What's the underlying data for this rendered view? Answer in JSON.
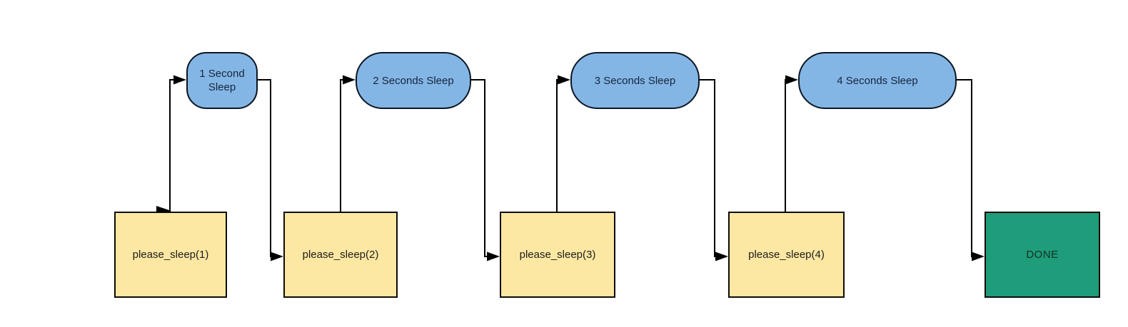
{
  "colors": {
    "background": "#ffffff",
    "pill_fill": "#84b6e5",
    "pill_border": "#0c1624",
    "pill_text": "#15253f",
    "box_fill": "#fce8a2",
    "box_border": "#0d0b08",
    "box_text": "#1c1c1c",
    "done_fill": "#1f9c7a",
    "done_border": "#0d0b08",
    "done_text": "#123029",
    "connector": "#000000"
  },
  "pills": [
    {
      "label": "1 Second Sleep"
    },
    {
      "label": "2 Seconds Sleep"
    },
    {
      "label": "3 Seconds Sleep"
    },
    {
      "label": "4 Seconds Sleep"
    }
  ],
  "tasks": [
    {
      "label": "please_sleep(1)"
    },
    {
      "label": "please_sleep(2)"
    },
    {
      "label": "please_sleep(3)"
    },
    {
      "label": "please_sleep(4)"
    }
  ],
  "terminal": {
    "label": "DONE"
  },
  "edges": [
    {
      "from": "",
      "to": "please_sleep(1)",
      "note": "arrowhead entering top edge of first task box"
    },
    {
      "from": "please_sleep(1)",
      "to": "1 Second Sleep"
    },
    {
      "from": "1 Second Sleep",
      "to": "please_sleep(2)"
    },
    {
      "from": "please_sleep(2)",
      "to": "2 Seconds Sleep"
    },
    {
      "from": "2 Seconds Sleep",
      "to": "please_sleep(3)"
    },
    {
      "from": "please_sleep(3)",
      "to": "3 Seconds Sleep"
    },
    {
      "from": "3 Seconds Sleep",
      "to": "please_sleep(4)"
    },
    {
      "from": "please_sleep(4)",
      "to": "4 Seconds Sleep"
    },
    {
      "from": "4 Seconds Sleep",
      "to": "DONE"
    }
  ]
}
